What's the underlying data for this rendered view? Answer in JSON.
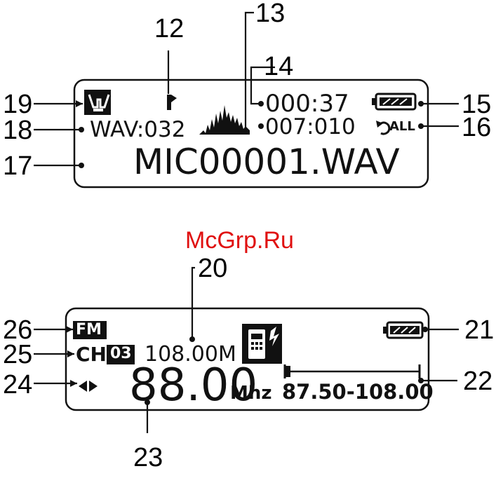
{
  "watermark": "McGrp.Ru",
  "top_display": {
    "file_counter": "WAV:032",
    "elapsed_time": "000:37",
    "track_position": "007:010",
    "repeat_mode": "ALL",
    "filename": "MIC00001.WAV"
  },
  "bottom_display": {
    "mode_badge": "FM",
    "channel_label": "CH",
    "channel_number": "03",
    "preset_frequency": "108.00M",
    "current_frequency": "88.00",
    "unit": "Mhz",
    "band_range": "87.50-108.00"
  },
  "callouts": {
    "n12": "12",
    "n13": "13",
    "n14": "14",
    "n15": "15",
    "n16": "16",
    "n17": "17",
    "n18": "18",
    "n19": "19",
    "n20": "20",
    "n21": "21",
    "n22": "22",
    "n23": "23",
    "n24": "24",
    "n25": "25",
    "n26": "26"
  }
}
